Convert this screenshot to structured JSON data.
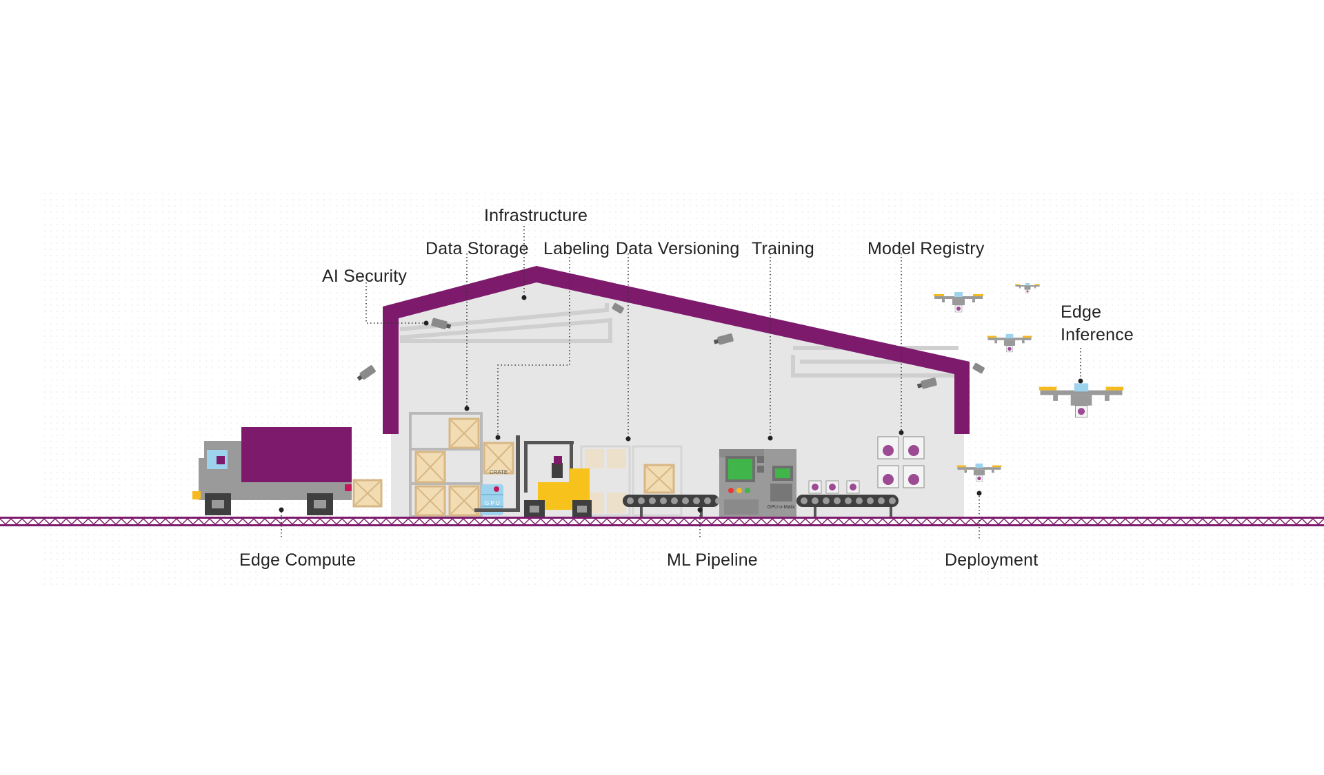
{
  "colors": {
    "brand": "#7d1a6c",
    "building_fill": "#e6e6e6",
    "rail": "#7d1a6c",
    "forklift": "#f7c21c",
    "crate": "#f1dcb4",
    "machine": "#9a9a9a",
    "screen": "#3fb54a",
    "drone_arm": "#f5b921",
    "drone_body": "#9ed3ee"
  },
  "labels": {
    "infrastructure": "Infrastructure",
    "data_storage": "Data Storage",
    "labeling": "Labeling",
    "data_versioning": "Data Versioning",
    "training": "Training",
    "model_registry": "Model Registry",
    "ai_security": "AI Security",
    "edge_inference_line1": "Edge",
    "edge_inference_line2": "Inference",
    "edge_compute": "Edge Compute",
    "ml_pipeline": "ML Pipeline",
    "deployment": "Deployment"
  },
  "props": {
    "crate_text": "CRATE",
    "gpu_text": "G P U",
    "machine_text": "GPU-o-Matic"
  },
  "icons": [
    "truck-icon",
    "forklift-icon",
    "shelf-icon",
    "crate-icon",
    "gpu-barrel-icon",
    "conveyor-icon",
    "training-machine-icon",
    "security-camera-icon",
    "drone-icon",
    "model-card-icon"
  ]
}
